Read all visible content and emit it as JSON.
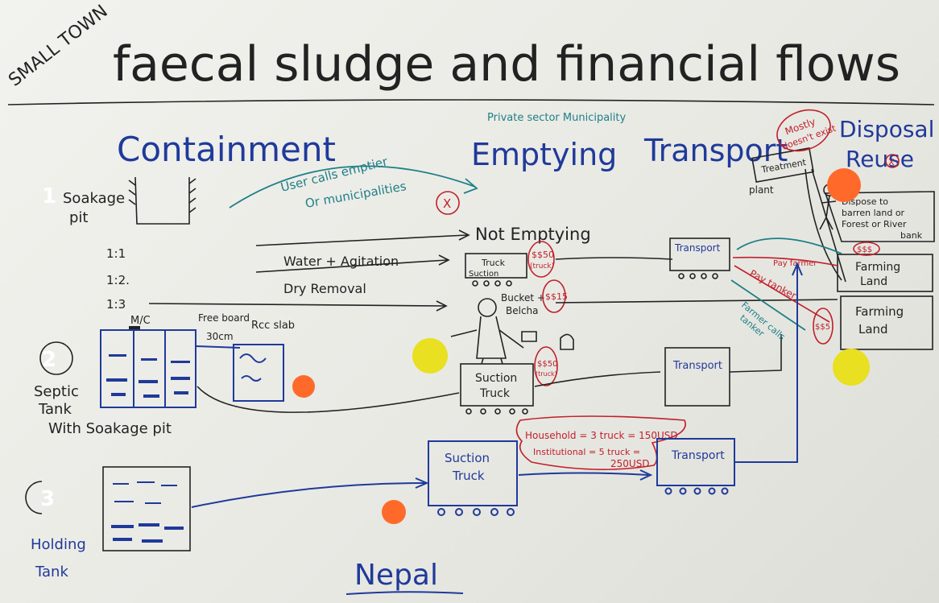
{
  "title": "faecal sludge and financial flows",
  "corner_note": "SMALL TOWN",
  "columns": {
    "containment": "Containment",
    "emptying": "Emptying",
    "emptying_note": "Private sector Municipality",
    "transport": "Transport",
    "disposal": "Disposal",
    "reuse": "Reuse"
  },
  "rows": [
    {
      "number": "1",
      "label_line1": "Soakage",
      "label_line2": "pit"
    },
    {
      "number": "2",
      "label_line1": "Septic",
      "label_line2": "Tank",
      "label_line3": "With Soakage pit"
    },
    {
      "number": "3",
      "label_line1": "Holding",
      "label_line2": "Tank"
    }
  ],
  "ratios": [
    "1:1",
    "1:2.",
    "1:3"
  ],
  "flows": {
    "user_calls": "User calls emptier",
    "or_municipalities": "Or municipalities",
    "x_mark": "X",
    "not_emptying": "Not Emptying",
    "water_agitation": "Water + Agitation",
    "dry_removal": "Dry Removal",
    "truck": "Truck",
    "suction": "Suction",
    "bucket": "Bucket +",
    "belcha": "Belcha",
    "suction_truck_1": "Suction",
    "suction_truck_2": "Truck",
    "transport": "Transport",
    "treatment_1": "Treatment",
    "treatment_2": "plant",
    "mostly_1": "Mostly",
    "mostly_2": "doesn't exist",
    "disposal_1": "Dispose to",
    "disposal_2": "barren land or",
    "disposal_3": "Forest or River",
    "disposal_4": "bank",
    "farming_1": "Farming",
    "farming_2": "Land",
    "pay_farmer": "Pay farmer",
    "pay_tanker": "Pay tanker",
    "farmer_calls": "Farmer calls",
    "tanker": "tanker",
    "cost_sss": "$$$",
    "cost_ss5": "$$5",
    "cost_truck": "$$50",
    "cost_truck_sub": "(truck)",
    "cost_bucket": "$$15",
    "cost_suction": "$$50",
    "cost_suction_sub": "(truck)",
    "household": "Household = 3 truck = 150USD",
    "institutional": "Institutional = 5 truck =",
    "institutional_value": "250USD"
  },
  "septic": {
    "mh": "M/C",
    "freeboard": "Free board",
    "freeboard_value": "30cm",
    "rcc_slab": "Rcc slab"
  },
  "footer": "Nepal",
  "colors": {
    "blue_ink": "#1f3a9a",
    "black_ink": "#222222",
    "teal_ink": "#1e7f86",
    "red_ink": "#c0202a",
    "orange_dot": "#ff6a2a",
    "yellow_dot": "#e8e021"
  }
}
